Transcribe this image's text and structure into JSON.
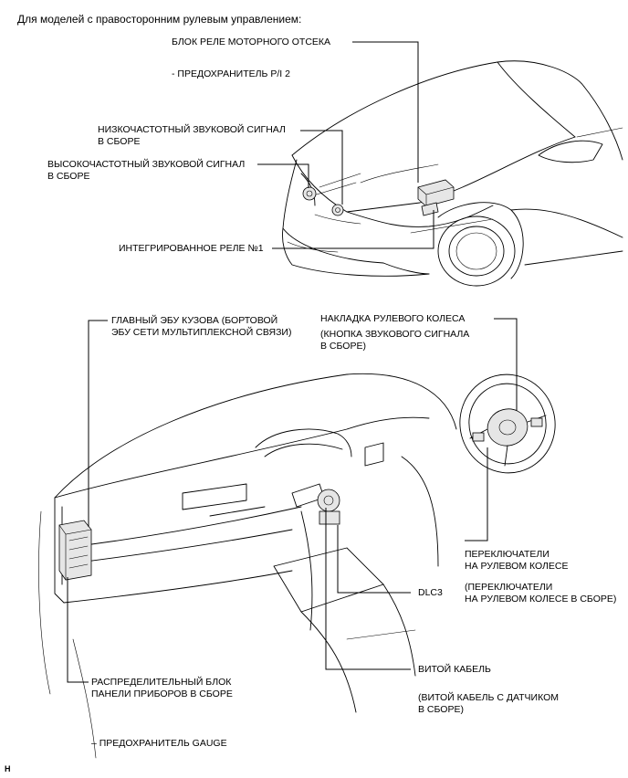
{
  "header": "Для моделей с правосторонним рулевым управлением:",
  "labels": {
    "engine_relay_block": "БЛОК РЕЛЕ МОТОРНОГО ОТСЕКА",
    "fuse_pi2": "- ПРЕДОХРАНИТЕЛЬ P/I 2",
    "low_horn_1": "НИЗКОЧАСТОТНЫЙ ЗВУКОВОЙ СИГНАЛ",
    "low_horn_2": "В СБОРЕ",
    "high_horn_1": "ВЫСОКОЧАСТОТНЫЙ ЗВУКОВОЙ СИГНАЛ",
    "high_horn_2": "В СБОРЕ",
    "integrated_relay": "ИНТЕГРИРОВАННОЕ РЕЛЕ №1",
    "main_ecu_1": "ГЛАВНЫЙ ЭБУ КУЗОВА (БОРТОВОЙ",
    "main_ecu_2": "ЭБУ СЕТИ МУЛЬТИПЛЕКСНОЙ СВЯЗИ)",
    "wheel_pad_1": "НАКЛАДКА РУЛЕВОГО КОЛЕСА",
    "wheel_pad_2": "(КНОПКА ЗВУКОВОГО СИГНАЛА",
    "wheel_pad_3": "В СБОРЕ)",
    "wheel_switch_1": "ПЕРЕКЛЮЧАТЕЛИ",
    "wheel_switch_2": "НА РУЛЕВОМ КОЛЕСЕ",
    "wheel_switch_3": "(ПЕРЕКЛЮЧАТЕЛИ",
    "wheel_switch_4": "НА РУЛЕВОМ КОЛЕСЕ В СБОРЕ)",
    "dlc3": "DLC3",
    "spiral_1": "ВИТОЙ КАБЕЛЬ",
    "spiral_2": "(ВИТОЙ КАБЕЛЬ С ДАТЧИКОМ",
    "spiral_3": "В СБОРЕ)",
    "junction_1": "РАСПРЕДЕЛИТЕЛЬНЫЙ БЛОК",
    "junction_2": "ПАНЕЛИ ПРИБОРОВ В СБОРЕ",
    "fuse_gauge": "– ПРЕДОХРАНИТЕЛЬ GAUGE",
    "corner_mark": "H"
  }
}
